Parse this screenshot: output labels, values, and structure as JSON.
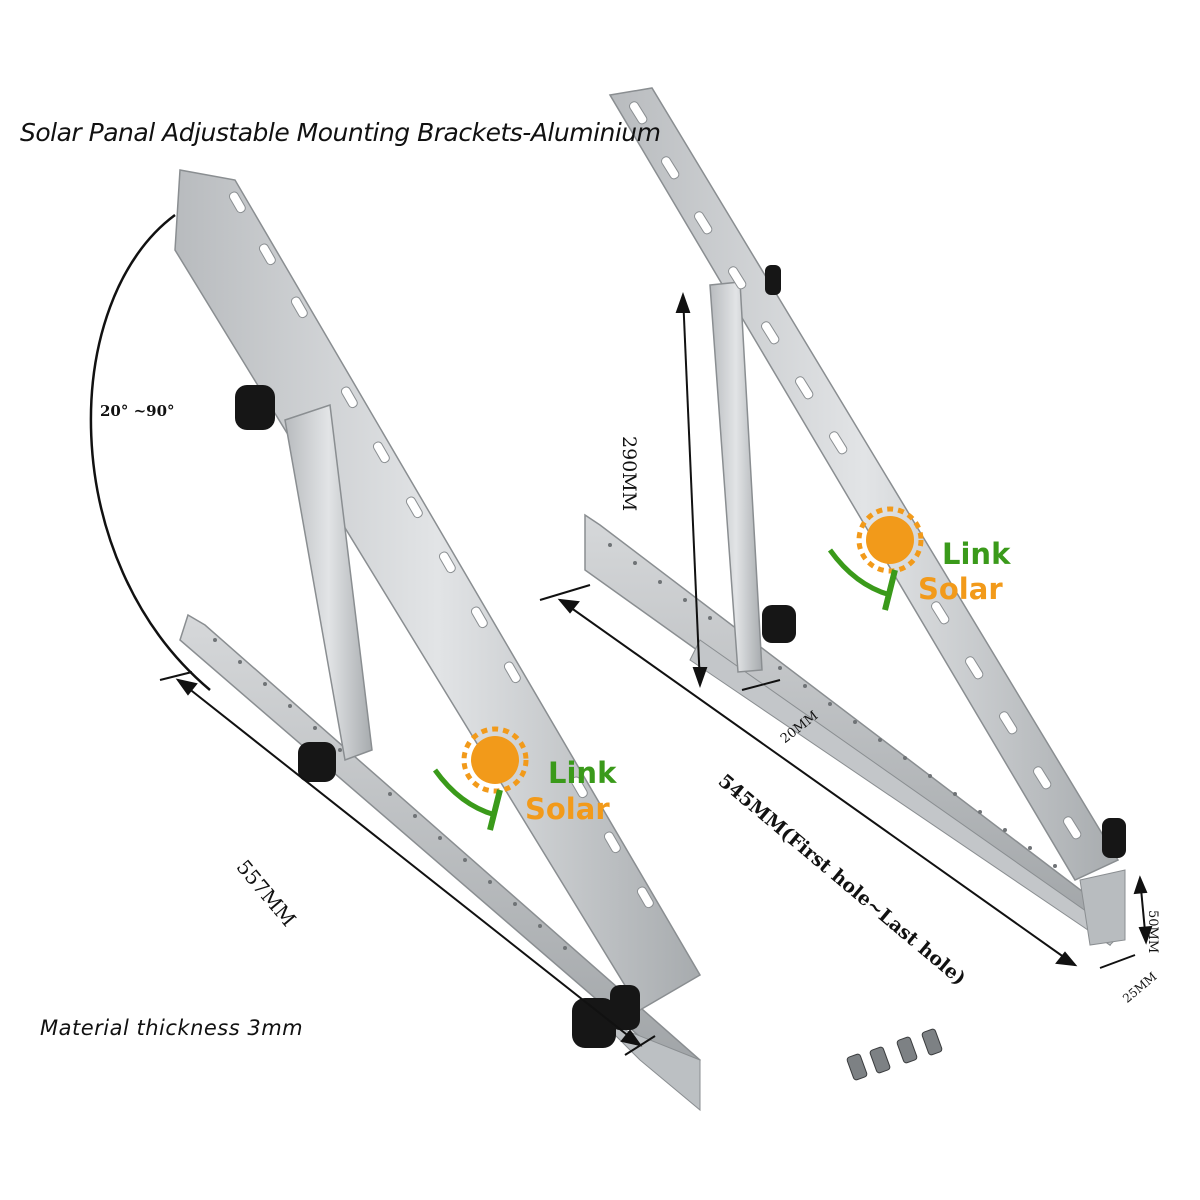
{
  "title": "Solar Panal Adjustable Mounting Brackets-Aluminium",
  "material_note": "Material thickness 3mm",
  "angle_range": "20° ~90°",
  "dimensions": {
    "left_length": "557MM",
    "height": "290MM",
    "right_length": "545MM(First hole~Last hole)",
    "width_small": "20MM",
    "flange_height": "50MM",
    "flange_width": "25MM"
  },
  "logos": [
    {
      "word1": "Link",
      "word2": "Solar"
    },
    {
      "word1": "Link",
      "word2": "Solar"
    }
  ],
  "colors": {
    "aluminium": "#c9ccce",
    "aluminium_dark": "#9ea2a5",
    "knob": "#161616",
    "logo_green": "#3a9a1a",
    "logo_orange": "#f29a1a"
  }
}
